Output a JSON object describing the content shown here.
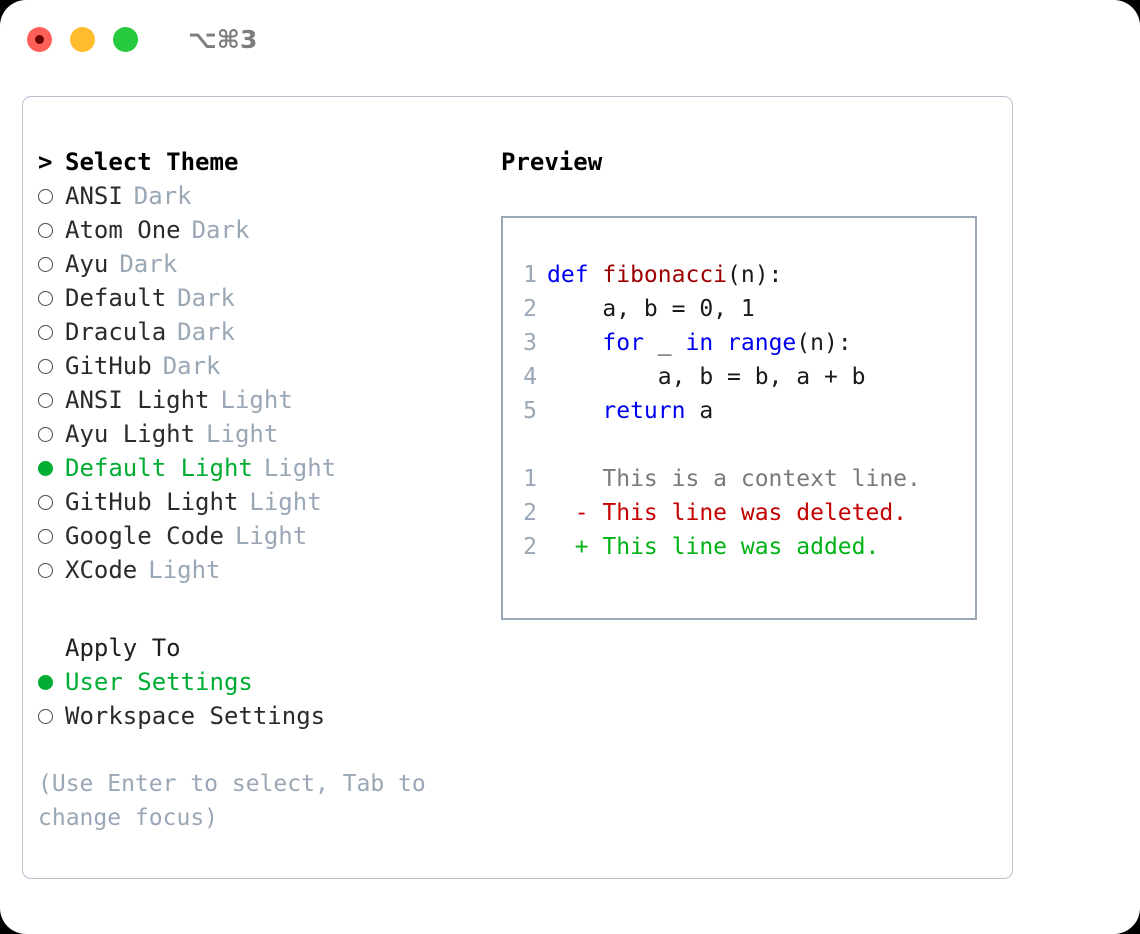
{
  "window": {
    "title": "⌥⌘3",
    "traffic_lights": [
      {
        "name": "close-button",
        "color": "#ff5f56",
        "recording": true
      },
      {
        "name": "minimize-button",
        "color": "#ffbd2e",
        "recording": false
      },
      {
        "name": "maximize-button",
        "color": "#27c93f",
        "recording": false
      }
    ]
  },
  "theme_section": {
    "header": "Select Theme",
    "header_prefix": ">",
    "items": [
      {
        "label": "ANSI",
        "tag": "Dark",
        "selected": false
      },
      {
        "label": "Atom One",
        "tag": "Dark",
        "selected": false
      },
      {
        "label": "Ayu",
        "tag": "Dark",
        "selected": false
      },
      {
        "label": "Default",
        "tag": "Dark",
        "selected": false
      },
      {
        "label": "Dracula",
        "tag": "Dark",
        "selected": false
      },
      {
        "label": "GitHub",
        "tag": "Dark",
        "selected": false
      },
      {
        "label": "ANSI Light",
        "tag": "Light",
        "selected": false
      },
      {
        "label": "Ayu Light",
        "tag": "Light",
        "selected": false
      },
      {
        "label": "Default Light",
        "tag": "Light",
        "selected": true
      },
      {
        "label": "GitHub Light",
        "tag": "Light",
        "selected": false
      },
      {
        "label": "Google Code",
        "tag": "Light",
        "selected": false
      },
      {
        "label": "XCode",
        "tag": "Light",
        "selected": false
      }
    ]
  },
  "apply_section": {
    "header": "Apply To",
    "items": [
      {
        "label": "User Settings",
        "selected": true
      },
      {
        "label": "Workspace Settings",
        "selected": false
      }
    ]
  },
  "hint": "(Use Enter to select, Tab to change focus)",
  "preview": {
    "label": "Preview",
    "code_lines": [
      {
        "no": "1",
        "indent": "",
        "tokens": [
          {
            "t": "def ",
            "k": "kw"
          },
          {
            "t": "fibonacci",
            "k": "fn"
          },
          {
            "t": "(n):",
            "k": "pl"
          }
        ]
      },
      {
        "no": "2",
        "indent": "    ",
        "tokens": [
          {
            "t": "a, b = 0, 1",
            "k": "pl"
          }
        ]
      },
      {
        "no": "3",
        "indent": "    ",
        "tokens": [
          {
            "t": "for ",
            "k": "kw"
          },
          {
            "t": "_ ",
            "k": "pl"
          },
          {
            "t": "in ",
            "k": "kw"
          },
          {
            "t": "range",
            "k": "kw"
          },
          {
            "t": "(n):",
            "k": "pl"
          }
        ]
      },
      {
        "no": "4",
        "indent": "        ",
        "tokens": [
          {
            "t": "a, b = b, a + b",
            "k": "pl"
          }
        ]
      },
      {
        "no": "5",
        "indent": "    ",
        "tokens": [
          {
            "t": "return ",
            "k": "kw"
          },
          {
            "t": "a",
            "k": "pl"
          }
        ]
      }
    ],
    "diff_lines": [
      {
        "no": "1",
        "marker": "  ",
        "text": "This is a context line.",
        "kind": "ctx"
      },
      {
        "no": "2",
        "marker": "- ",
        "text": "This line was deleted.",
        "kind": "del"
      },
      {
        "no": "2",
        "marker": "+ ",
        "text": "This line was added.",
        "kind": "add"
      }
    ]
  },
  "colors": {
    "accent_green": "#00ad33",
    "muted": "#9aa7b6",
    "keyword_blue": "#0000f0",
    "function_red": "#9c0000",
    "diff_deleted": "#c40000",
    "diff_added": "#00b315",
    "panel_border": "#b8c2cf"
  }
}
